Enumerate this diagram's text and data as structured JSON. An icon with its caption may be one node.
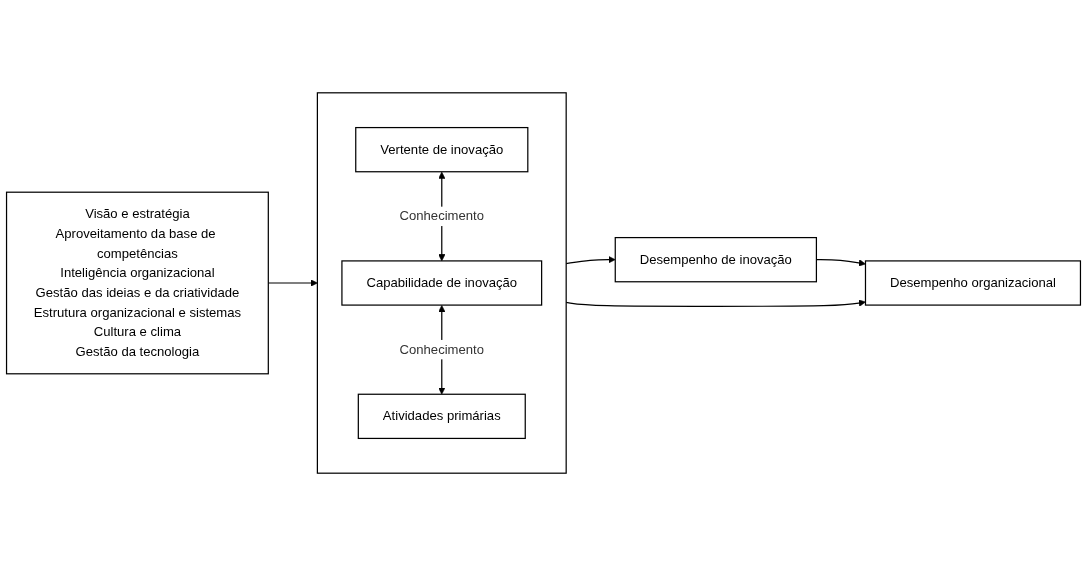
{
  "diagram": {
    "nodes": [
      {
        "text": [
          "Visão e estratégia",
          "Aproveitamento da base de competências",
          "Inteligência organizacional",
          "Gestão das ideias e da criatividade",
          "Estrutura organizacional e sistemas",
          "Cultura e clima",
          "Gestão da tecnologia"
        ]
      },
      {
        "text": [],
        "shape": "box"
      },
      {
        "text": [
          "Vertente de inovação"
        ],
        "in": 1
      },
      {
        "text": [
          "Capabilidade de inovação"
        ],
        "in": 1
      },
      {
        "text": [
          "Atividades primárias"
        ],
        "in": 1
      },
      {
        "text": [
          "Desempenho de inovação"
        ]
      },
      {
        "text": [
          "Desempenho organizacional"
        ]
      }
    ],
    "edges": [
      {
        "from": 0,
        "to": 1,
        "arrow": "to"
      },
      {
        "from": 2,
        "to": 3,
        "arrow": "both",
        "label": "Conhecimento"
      },
      {
        "from": 3,
        "to": 4,
        "arrow": "both",
        "label": "Conhecimento"
      },
      {
        "from": 1,
        "to": 5,
        "arrow": "to"
      },
      {
        "from": 1,
        "to": 6,
        "arrow": "to"
      },
      {
        "from": 5,
        "to": 6,
        "arrow": "to"
      }
    ]
  }
}
